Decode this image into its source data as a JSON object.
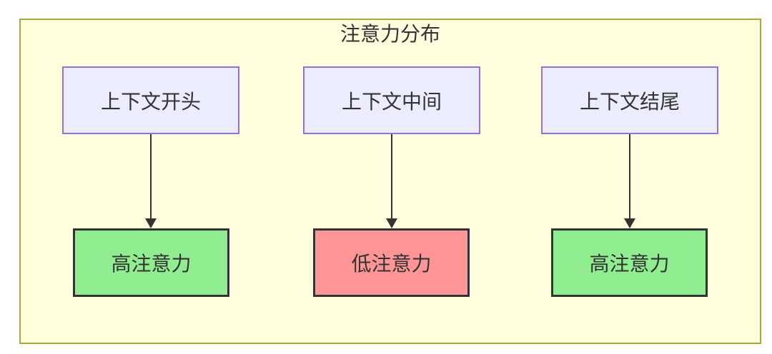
{
  "diagram": {
    "title": "注意力分布",
    "source_nodes": [
      {
        "label": "上下文开头"
      },
      {
        "label": "上下文中间"
      },
      {
        "label": "上下文结尾"
      }
    ],
    "result_nodes": [
      {
        "label": "高注意力",
        "level": "high"
      },
      {
        "label": "低注意力",
        "level": "low"
      },
      {
        "label": "高注意力",
        "level": "high"
      }
    ],
    "edges": [
      {
        "from": "上下文开头",
        "to": "高注意力"
      },
      {
        "from": "上下文中间",
        "to": "低注意力"
      },
      {
        "from": "上下文结尾",
        "to": "高注意力"
      }
    ],
    "colors": {
      "cluster_fill": "#ffffde",
      "cluster_border": "#aaaa33",
      "source_fill": "#ececff",
      "source_border": "#9370db",
      "high_attention_fill": "#90ee90",
      "low_attention_fill": "#ff9595",
      "result_border": "#333333",
      "arrow": "#333333",
      "text": "#333333"
    }
  }
}
